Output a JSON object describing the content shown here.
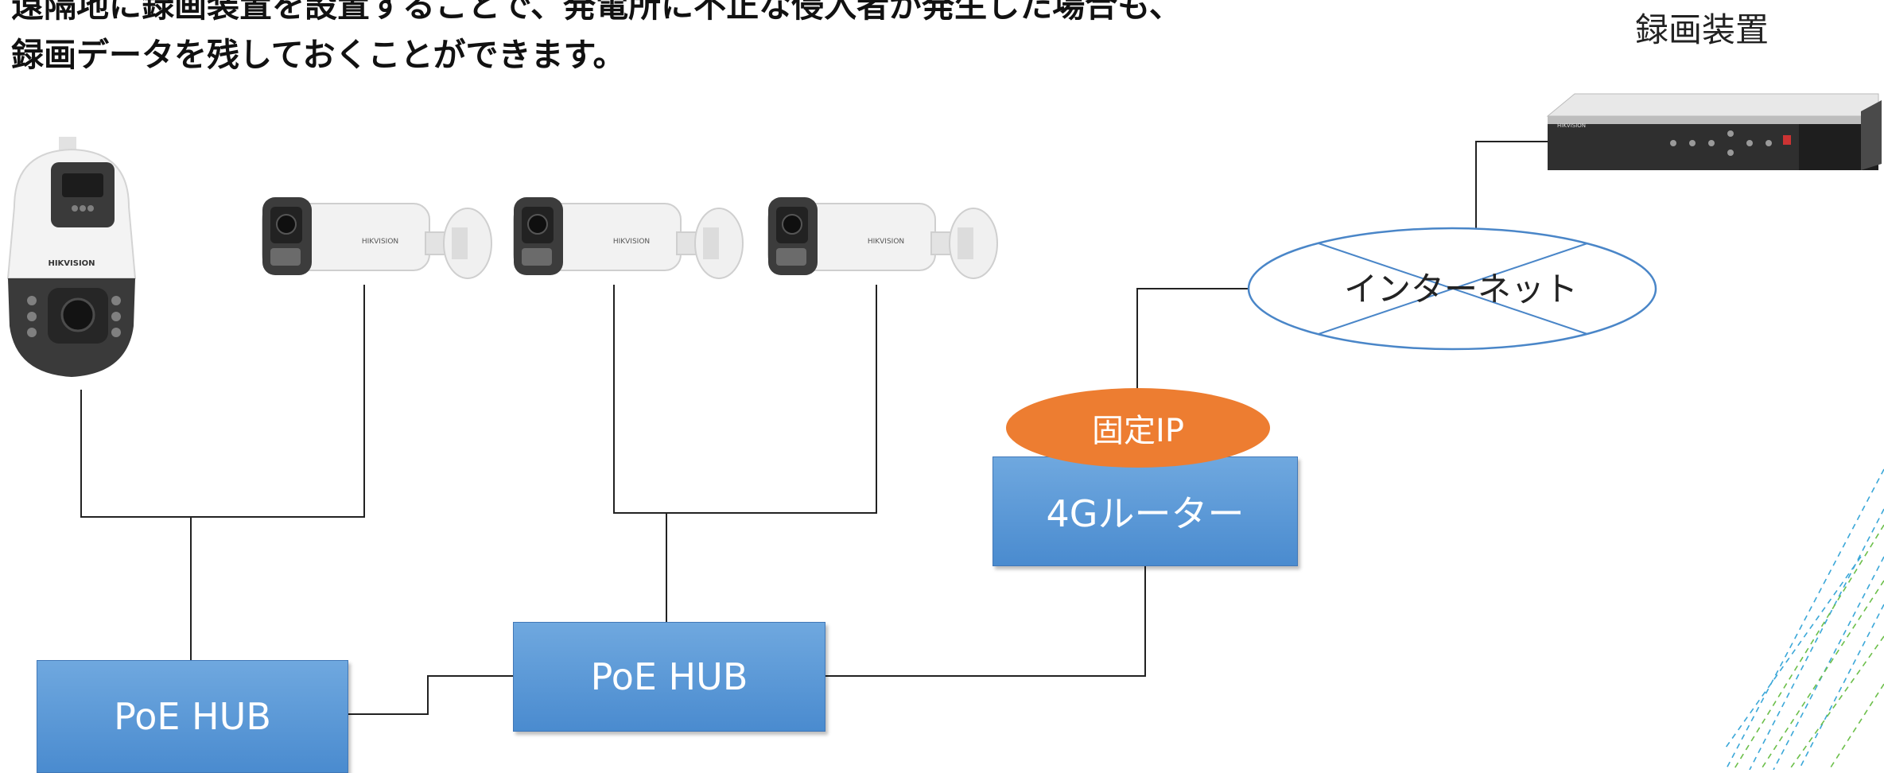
{
  "heading": {
    "line1": "遠隔地に録画装置を設置することで、発電所に不正な侵入者が発生した場合も、",
    "line2": "録画データを残しておくことができます。"
  },
  "recorder": {
    "label": "録画装置",
    "icon": "nvr-recorder"
  },
  "internet": {
    "label": "インターネット"
  },
  "router": {
    "label": "4Gルーター"
  },
  "fixed_ip": {
    "label": "固定IP"
  },
  "hubs": [
    {
      "label": "PoE HUB"
    },
    {
      "label": "PoE HUB"
    }
  ],
  "cameras": [
    {
      "type": "ptz-camera",
      "brand": "HIKVISION"
    },
    {
      "type": "bullet-camera",
      "brand": "HIKVISION"
    },
    {
      "type": "bullet-camera",
      "brand": "HIKVISION"
    },
    {
      "type": "bullet-camera",
      "brand": "HIKVISION"
    }
  ],
  "colors": {
    "box_blue": "#5b9bd5",
    "ip_orange": "#ed7d31",
    "ellipse_blue": "#4a86c8"
  }
}
